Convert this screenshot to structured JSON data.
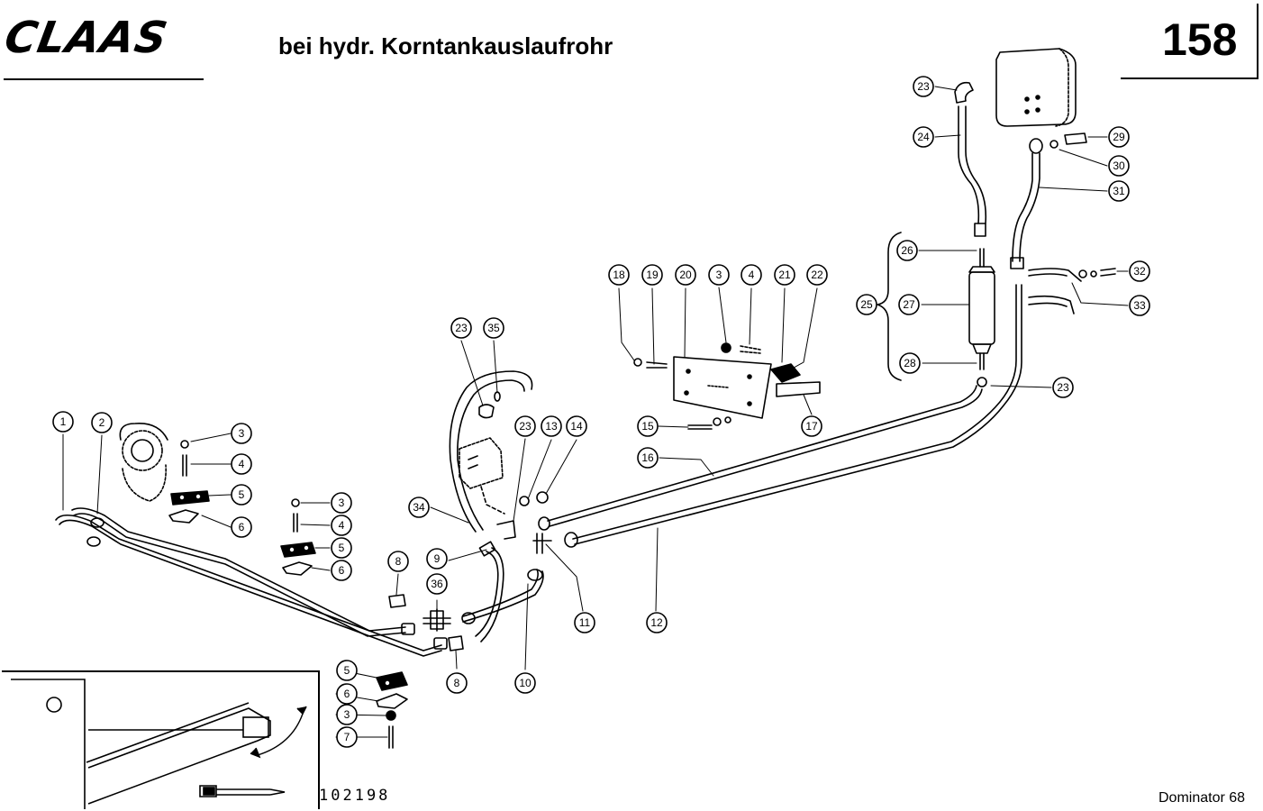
{
  "header": {
    "brand": "CLAAS",
    "title": "bei hydr. Korntankauslaufrohr",
    "page_number": "158"
  },
  "footer": {
    "drawing_number": "102198",
    "model": "Dominator 68"
  },
  "callouts": [
    {
      "id": "c-1",
      "label": "1"
    },
    {
      "id": "c-2",
      "label": "2"
    },
    {
      "id": "c-3a",
      "label": "3"
    },
    {
      "id": "c-4a",
      "label": "4"
    },
    {
      "id": "c-5a",
      "label": "5"
    },
    {
      "id": "c-6a",
      "label": "6"
    },
    {
      "id": "c-3b",
      "label": "3"
    },
    {
      "id": "c-4b",
      "label": "4"
    },
    {
      "id": "c-5b",
      "label": "5"
    },
    {
      "id": "c-6b",
      "label": "6"
    },
    {
      "id": "c-8a",
      "label": "8"
    },
    {
      "id": "c-9",
      "label": "9"
    },
    {
      "id": "c-36",
      "label": "36"
    },
    {
      "id": "c-8b",
      "label": "8"
    },
    {
      "id": "c-10",
      "label": "10"
    },
    {
      "id": "c-11",
      "label": "11"
    },
    {
      "id": "c-12",
      "label": "12"
    },
    {
      "id": "c-5c",
      "label": "5"
    },
    {
      "id": "c-6c",
      "label": "6"
    },
    {
      "id": "c-3c",
      "label": "3"
    },
    {
      "id": "c-7",
      "label": "7"
    },
    {
      "id": "c-34",
      "label": "34"
    },
    {
      "id": "c-23a",
      "label": "23"
    },
    {
      "id": "c-35",
      "label": "35"
    },
    {
      "id": "c-23b",
      "label": "23"
    },
    {
      "id": "c-13",
      "label": "13"
    },
    {
      "id": "c-14",
      "label": "14"
    },
    {
      "id": "c-16",
      "label": "16"
    },
    {
      "id": "c-15",
      "label": "15"
    },
    {
      "id": "c-18",
      "label": "18"
    },
    {
      "id": "c-19",
      "label": "19"
    },
    {
      "id": "c-20",
      "label": "20"
    },
    {
      "id": "c-3d",
      "label": "3"
    },
    {
      "id": "c-4d",
      "label": "4"
    },
    {
      "id": "c-21",
      "label": "21"
    },
    {
      "id": "c-22",
      "label": "22"
    },
    {
      "id": "c-17",
      "label": "17"
    },
    {
      "id": "c-23c",
      "label": "23"
    },
    {
      "id": "c-24",
      "label": "24"
    },
    {
      "id": "c-26",
      "label": "26"
    },
    {
      "id": "c-25",
      "label": "25"
    },
    {
      "id": "c-27",
      "label": "27"
    },
    {
      "id": "c-28",
      "label": "28"
    },
    {
      "id": "c-23d",
      "label": "23"
    },
    {
      "id": "c-29",
      "label": "29"
    },
    {
      "id": "c-30",
      "label": "30"
    },
    {
      "id": "c-31",
      "label": "31"
    },
    {
      "id": "c-32",
      "label": "32"
    },
    {
      "id": "c-33",
      "label": "33"
    }
  ]
}
